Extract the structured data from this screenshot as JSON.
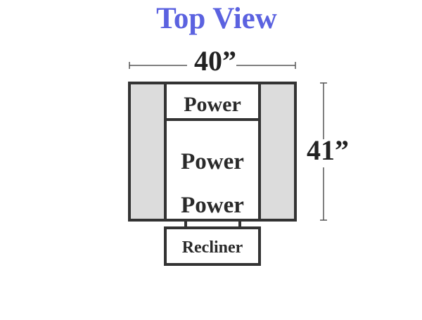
{
  "title": "Top View",
  "dimensions": {
    "width": "40”",
    "height": "41”"
  },
  "labels": {
    "headrest": "Power",
    "seat_upper": "Power",
    "seat_lower": "Power",
    "footrest": "Recliner"
  },
  "colors": {
    "title": "#5b62e0",
    "outline": "#333333",
    "arm_fill": "#dcdcdc",
    "dimension_line": "#555555"
  }
}
